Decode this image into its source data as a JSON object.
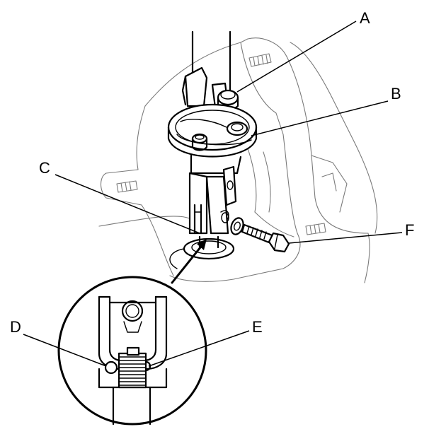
{
  "callouts": {
    "A": "A",
    "B": "B",
    "C": "C",
    "D": "D",
    "E": "E",
    "F": "F"
  },
  "colors": {
    "line": "#000000",
    "background_line": "#7a7a7a",
    "background": "#ffffff"
  }
}
